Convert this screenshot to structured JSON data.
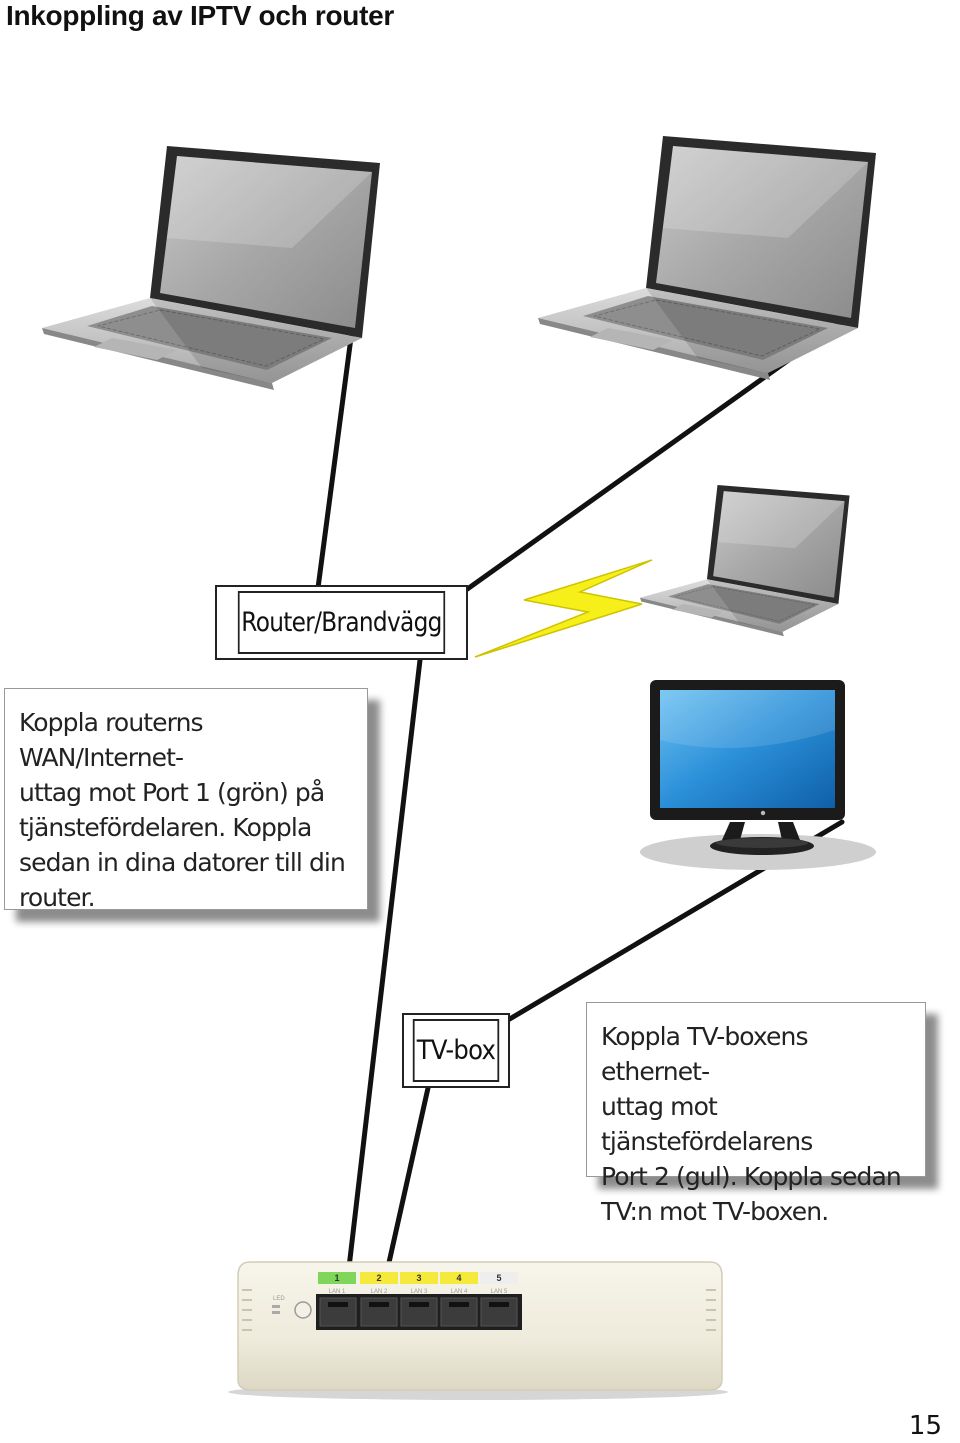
{
  "page": {
    "title": "Inkoppling av IPTV och router",
    "page_number": "15"
  },
  "labels": {
    "router": "Router/Brandvägg",
    "tvbox": "TV-box"
  },
  "notes": {
    "router_note": [
      "Koppla routerns WAN/Internet-",
      "uttag mot Port 1 (grön) på",
      "tjänstefördelaren. Koppla",
      "sedan in dina datorer till din",
      "router."
    ],
    "tv_note": [
      "Koppla TV-boxens ethernet-",
      "uttag mot tjänstefördelarens",
      "Port 2 (gul). Koppla sedan",
      "TV:n mot TV-boxen."
    ]
  },
  "switch": {
    "led_label": "LED",
    "ports": [
      {
        "number": "1",
        "lan": "LAN 1",
        "color": "#7fd65a"
      },
      {
        "number": "2",
        "lan": "LAN 2",
        "color": "#f5ea3b"
      },
      {
        "number": "3",
        "lan": "LAN 3",
        "color": "#f5ea3b"
      },
      {
        "number": "4",
        "lan": "LAN 4",
        "color": "#f5ea3b"
      },
      {
        "number": "5",
        "lan": "LAN 5",
        "color": "#eeeeee"
      }
    ]
  },
  "icons": {
    "laptop": "laptop-icon",
    "monitor": "tv-monitor-icon",
    "wireless": "lightning-bolt-icon",
    "switch": "network-switch-icon"
  },
  "colors": {
    "cable": "#111111",
    "bolt_fill": "#f7ef1a",
    "screen_blue": "#2a8fd8",
    "switch_body": "#f1eedf"
  }
}
